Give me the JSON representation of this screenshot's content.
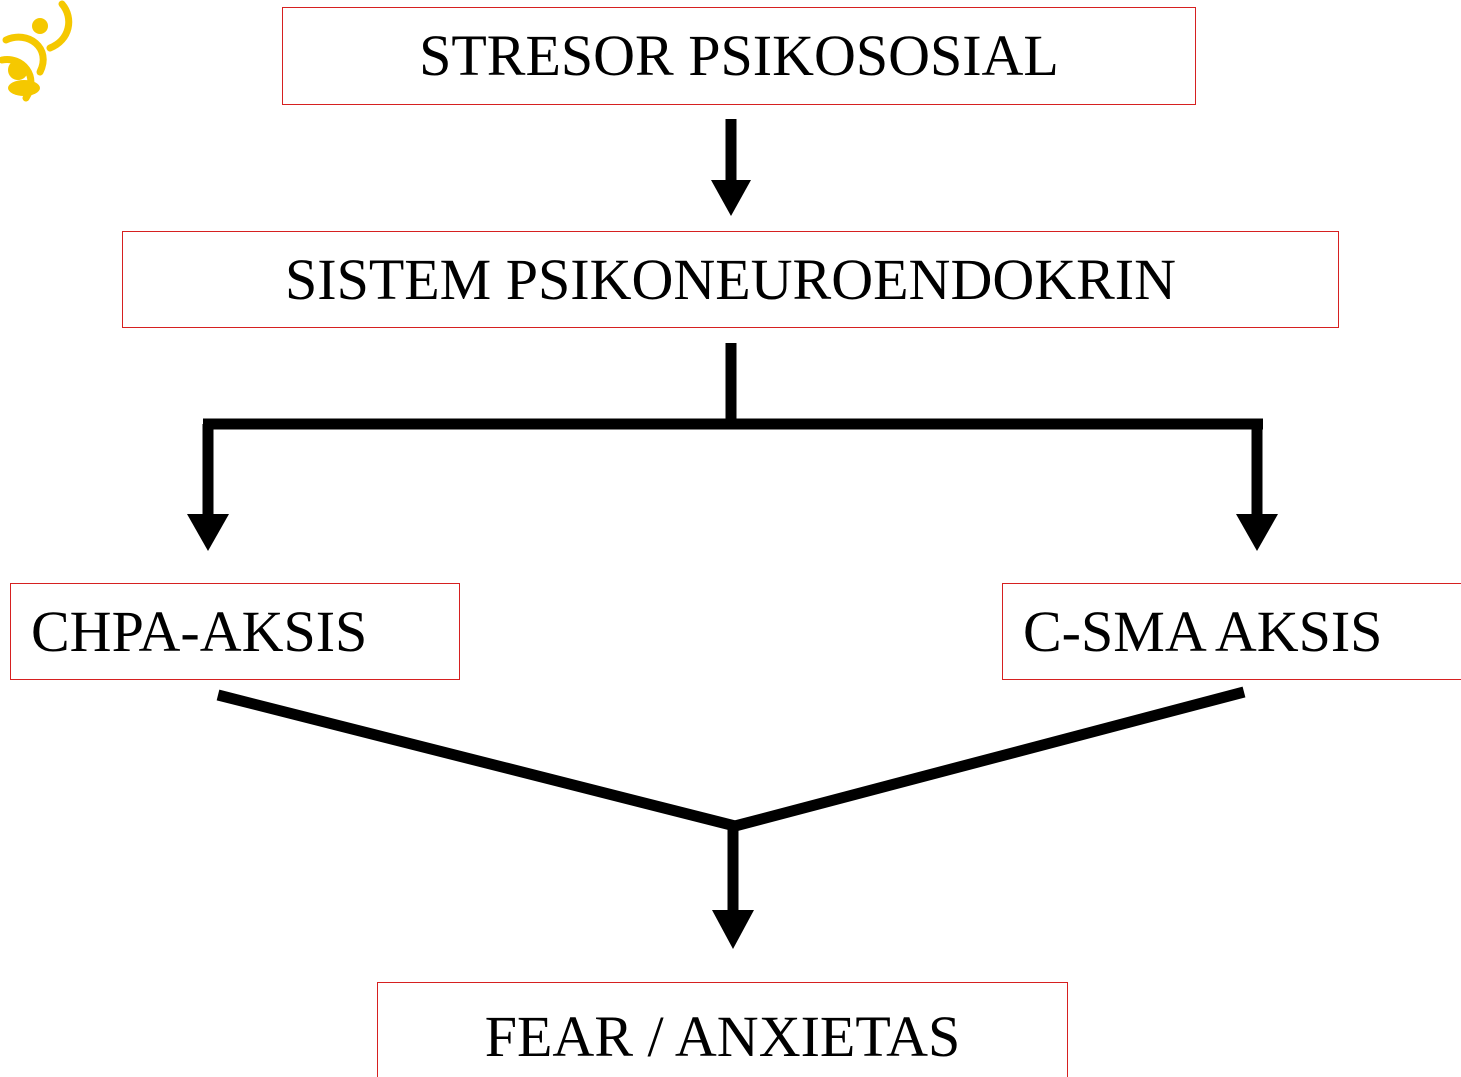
{
  "nodes": {
    "stresor": "STRESOR PSIKOSOSIAL",
    "sistem": "SISTEM PSIKONEUROENDOKRIN",
    "chpa": "CHPA-AKSIS",
    "csma": "C-SMA AKSIS",
    "fear": "FEAR / ANXIETAS"
  },
  "colors": {
    "box_border": "#d62020",
    "arrow": "#000000",
    "logo": "#f5c800"
  },
  "icons": {
    "logo": "emblem-logo-icon"
  }
}
